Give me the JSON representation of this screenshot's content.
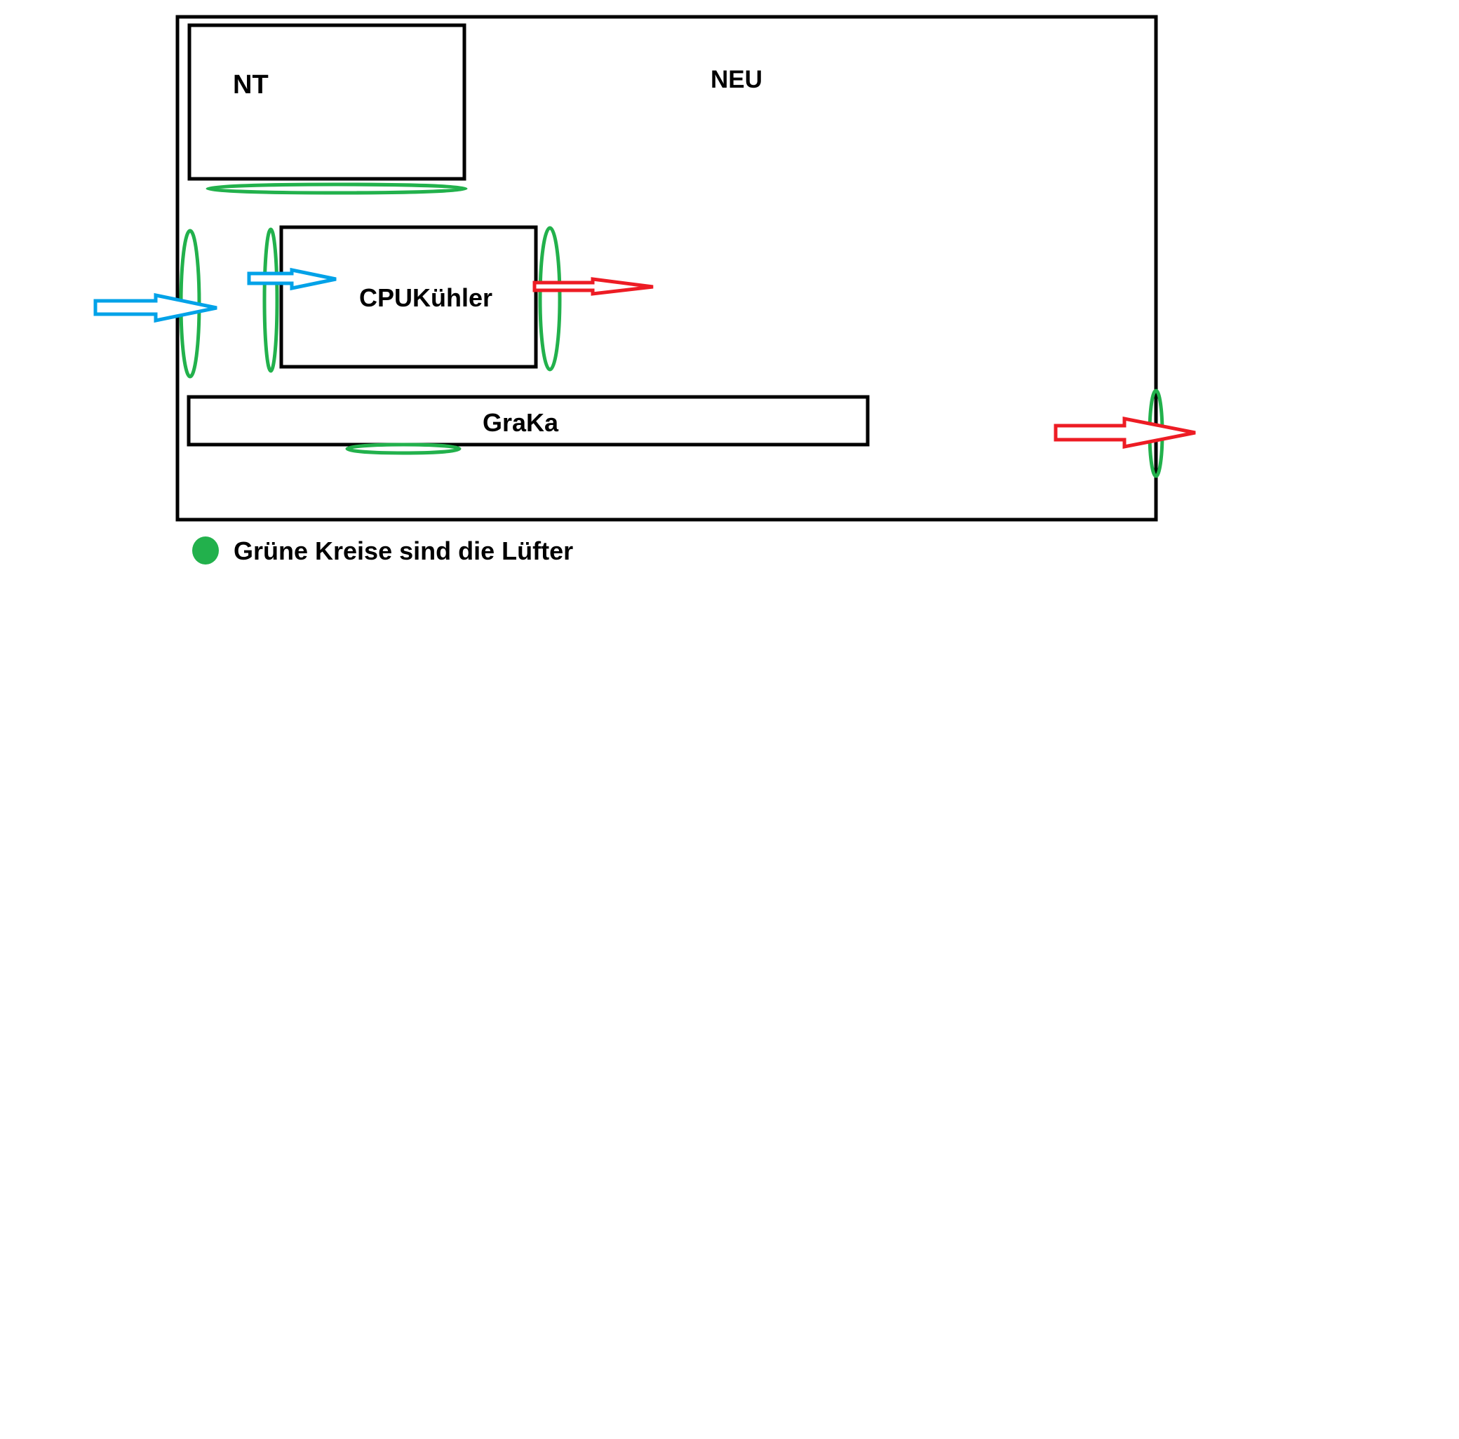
{
  "colors": {
    "fan": "#22b14c",
    "intake_arrow": "#00a2e8",
    "exhaust_arrow": "#ed1c24",
    "outline": "#000000"
  },
  "labels": {
    "title": "NEU",
    "psu": "NT",
    "cpu_cooler": "CPUKühler",
    "gpu": "GraKa"
  },
  "legend": {
    "icon": "green-dot",
    "text": "Grüne Kreise sind die Lüfter"
  },
  "components": [
    {
      "id": "psu",
      "label": "NT",
      "fans": 1
    },
    {
      "id": "cpu_cooler",
      "label": "CPUKühler",
      "fans": 2
    },
    {
      "id": "gpu",
      "label": "GraKa",
      "fans": 1
    }
  ],
  "case_fans": [
    {
      "position": "front",
      "airflow": "intake"
    },
    {
      "position": "rear",
      "airflow": "exhaust"
    }
  ],
  "airflow": [
    {
      "type": "intake",
      "from": "outside",
      "to": "front-fan"
    },
    {
      "type": "intake",
      "from": "front-fan",
      "to": "cpu_cooler"
    },
    {
      "type": "exhaust",
      "from": "cpu_cooler",
      "to": "case-interior"
    },
    {
      "type": "exhaust",
      "from": "rear-fan",
      "to": "outside"
    }
  ]
}
